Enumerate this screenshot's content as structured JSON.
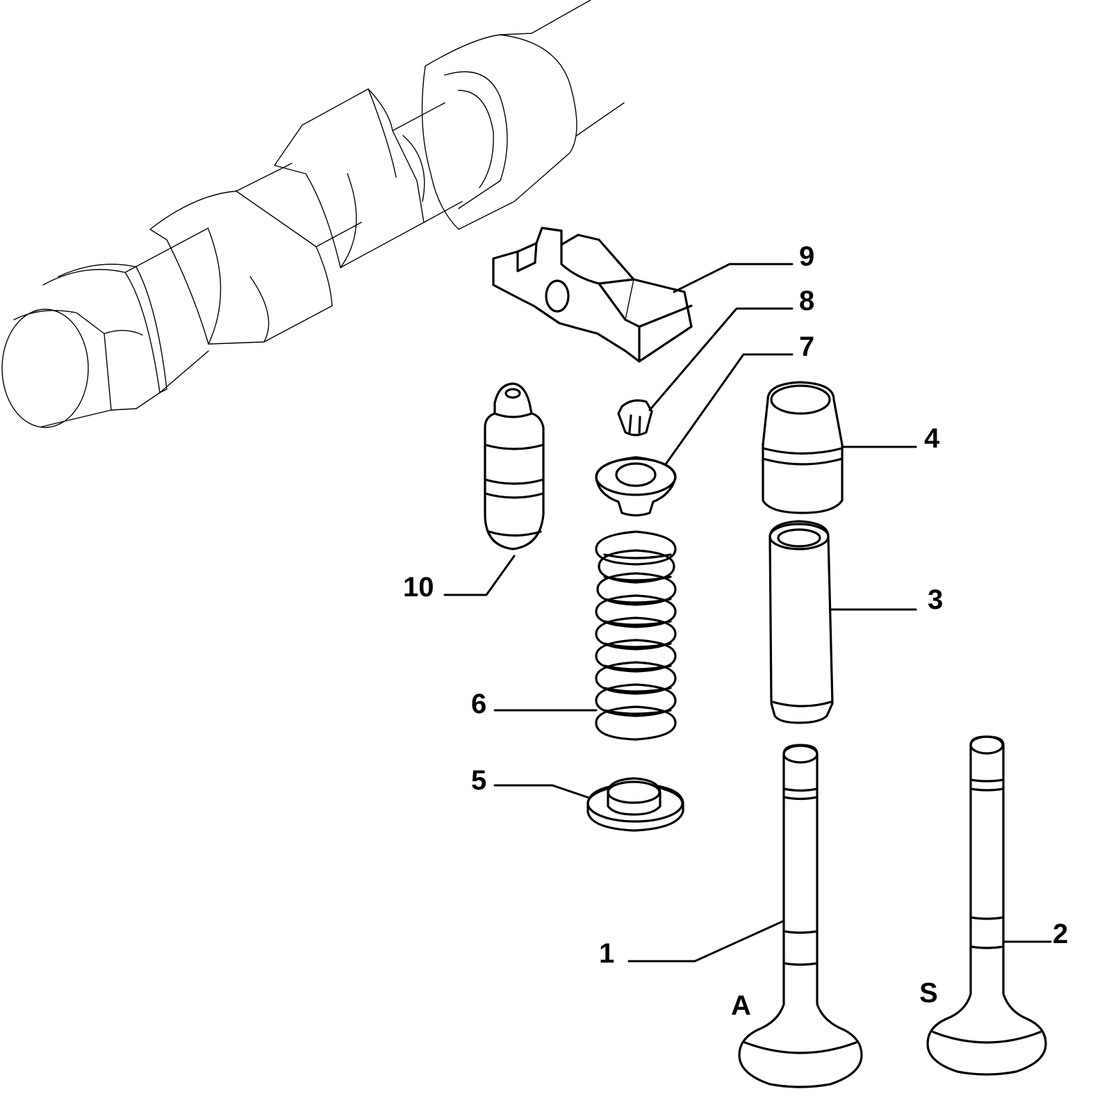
{
  "callouts": {
    "c1": "1",
    "c2": "2",
    "c3": "3",
    "c4": "4",
    "c5": "5",
    "c6": "6",
    "c7": "7",
    "c8": "8",
    "c9": "9",
    "c10": "10"
  },
  "variants": {
    "intake": "A",
    "exhaust": "S"
  }
}
